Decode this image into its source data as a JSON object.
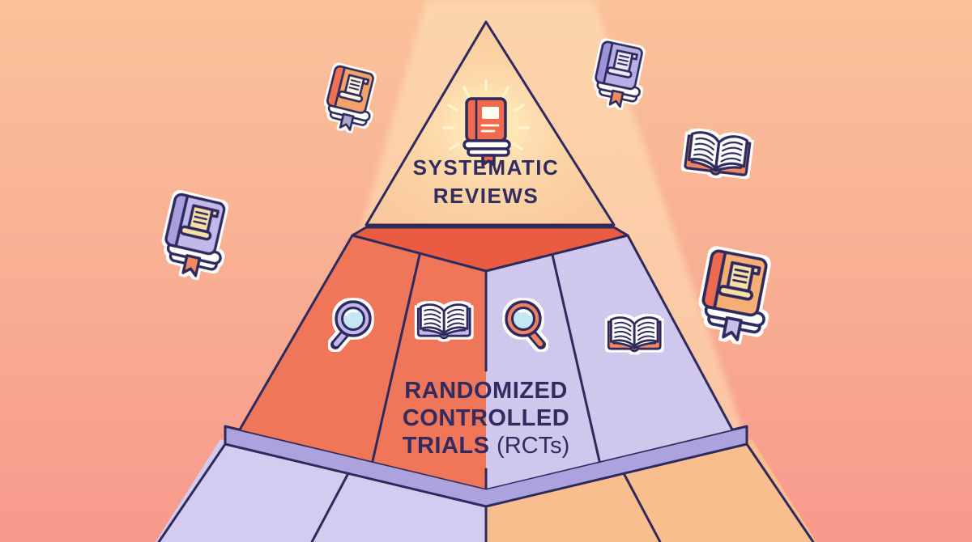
{
  "palette": {
    "bg_top": "#FAC29B",
    "bg_bottom": "#F8998C",
    "beam": "#FFE8BC",
    "outline": "#2F2A5E",
    "text": "#312B5F",
    "tier1_fill": "#F8C89E",
    "tier1_glow": "#FFF1C8",
    "tier2_top": "#E95C42",
    "tier2_left": "#F0765A",
    "tier2_right": "#CFC7EC",
    "band": "#ACA2DD",
    "tier3_left": "#D3CCF0",
    "tier3_right": "#F9BE8D",
    "coral": "#EF6A4E",
    "orange_soft": "#F3A36B",
    "lavender": "#C2B9EA",
    "lavender_deep": "#A49ADA",
    "lens_blue": "#C5E6F5",
    "cream": "#F7DFA6",
    "paper_white": "#FFFFFF"
  },
  "pyramid": {
    "tier1": {
      "label_lines": [
        "SYSTEMATIC",
        "REVIEWS"
      ],
      "icon": "glowing-book-icon"
    },
    "tier2": {
      "label_lines": [
        "RANDOMIZED",
        "CONTROLLED"
      ],
      "label_line3_bold": "TRIALS",
      "label_line3_suffix": "(RCTs)",
      "icons": [
        "magnifying-glass-icon",
        "open-book-icon",
        "magnifying-glass-icon",
        "open-book-icon"
      ]
    },
    "tier3": {
      "label_lines": []
    }
  },
  "floating_icons": [
    "closed-book-scroll-icon-top-left",
    "closed-book-scroll-icon-top-right",
    "open-book-icon-right",
    "closed-book-scroll-icon-left",
    "closed-book-scroll-icon-lower-right"
  ]
}
